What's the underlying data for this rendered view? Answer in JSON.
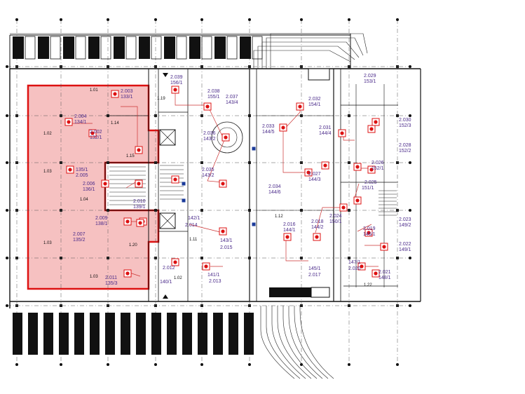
{
  "colors": {
    "highlight_fill": "#f4b6b6",
    "highlight_stroke": "#dd1111",
    "device": "#dd1111",
    "label": "#4a2a8a",
    "wall": "#111111",
    "grid": "#555555",
    "leader": "#cc3333"
  },
  "rooms": [
    {
      "id": "r101",
      "text": "1.01"
    },
    {
      "id": "r102",
      "text": "1.02"
    },
    {
      "id": "r103a",
      "text": "1.03"
    },
    {
      "id": "r103b",
      "text": "1.03"
    },
    {
      "id": "r103c",
      "text": "1.03"
    },
    {
      "id": "r104",
      "text": "1.04"
    },
    {
      "id": "r111",
      "text": "1.11"
    },
    {
      "id": "r112",
      "text": "1.12"
    },
    {
      "id": "r114",
      "text": "1.14"
    },
    {
      "id": "r115",
      "text": "1.15"
    },
    {
      "id": "r119",
      "text": "1.19"
    },
    {
      "id": "r120",
      "text": "1.20"
    },
    {
      "id": "r122",
      "text": "1.22"
    },
    {
      "id": "r102b",
      "text": "1.02"
    }
  ],
  "tags": [
    {
      "id": "t2039",
      "code": "2.039",
      "ref": "156/1"
    },
    {
      "id": "t2003",
      "code": "2.003",
      "ref": "133/1"
    },
    {
      "id": "t2004",
      "code": "2.004",
      "ref": "134/1"
    },
    {
      "id": "t2002",
      "code": "2.002",
      "ref": "132/1"
    },
    {
      "id": "t2005",
      "code": "2.005",
      "ref": "135/1"
    },
    {
      "id": "t2006",
      "code": "2.006",
      "ref": "136/1"
    },
    {
      "id": "t2010",
      "code": "2.010",
      "ref": "139/1"
    },
    {
      "id": "t2009",
      "code": "2.009",
      "ref": "138/1"
    },
    {
      "id": "t2007",
      "code": "2.007",
      "ref": "135/2"
    },
    {
      "id": "t2011",
      "code": "2.011",
      "ref": "135/3"
    },
    {
      "id": "t2038",
      "code": "2.038",
      "ref": "155/1"
    },
    {
      "id": "t2037",
      "code": "2.037",
      "ref": "143/4"
    },
    {
      "id": "t2036",
      "code": "2.036",
      "ref": "143/2"
    },
    {
      "id": "t2035",
      "code": "2.035",
      "ref": "143/2"
    },
    {
      "id": "t2014",
      "code": "2.014",
      "ref": "142/1"
    },
    {
      "id": "t2015",
      "code": "2.015",
      "ref": "143/1"
    },
    {
      "id": "t2012",
      "code": "2.012",
      "ref": "140/1"
    },
    {
      "id": "t2013",
      "code": "2.013",
      "ref": "141/1"
    },
    {
      "id": "t2033",
      "code": "2.033",
      "ref": "144/5"
    },
    {
      "id": "t2034",
      "code": "2.034",
      "ref": "144/6"
    },
    {
      "id": "t2032",
      "code": "2.032",
      "ref": "154/1"
    },
    {
      "id": "t2031",
      "code": "2.031",
      "ref": "144/4"
    },
    {
      "id": "t2027",
      "code": "2.027",
      "ref": "144/3"
    },
    {
      "id": "t2016",
      "code": "2.016",
      "ref": "144/1"
    },
    {
      "id": "t2018",
      "code": "2.018",
      "ref": "144/2"
    },
    {
      "id": "t2017",
      "code": "2.017",
      "ref": "145/1"
    },
    {
      "id": "t2024",
      "code": "2.024",
      "ref": "150/1"
    },
    {
      "id": "t2029",
      "code": "2.029",
      "ref": "153/1"
    },
    {
      "id": "t2030",
      "code": "2.030",
      "ref": "152/3"
    },
    {
      "id": "t2028",
      "code": "2.028",
      "ref": "152/2"
    },
    {
      "id": "t2026",
      "code": "2.026",
      "ref": "152/1"
    },
    {
      "id": "t2025",
      "code": "2.025",
      "ref": "151/1"
    },
    {
      "id": "t2023",
      "code": "2.023",
      "ref": "149/2"
    },
    {
      "id": "t2022",
      "code": "2.022",
      "ref": "149/1"
    },
    {
      "id": "t2019",
      "code": "2.019",
      "ref": "146/1"
    },
    {
      "id": "t2020",
      "code": "2.020",
      "ref": "147/1"
    },
    {
      "id": "t2021",
      "code": "2.021",
      "ref": "148/1"
    }
  ]
}
